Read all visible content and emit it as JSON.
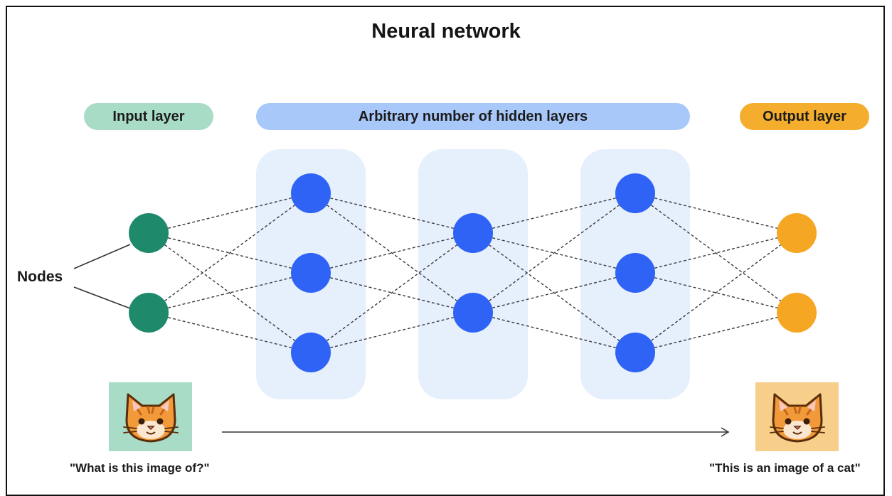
{
  "title": "Neural network",
  "labels": {
    "input_layer": "Input layer",
    "hidden_layers": "Arbitrary number of hidden layers",
    "output_layer": "Output layer",
    "nodes": "Nodes"
  },
  "captions": {
    "input": "\"What is this image of?\"",
    "output": "\"This is an image of a cat\""
  },
  "layers": [
    {
      "name": "input",
      "nodes": 2,
      "color": "#1f8a6b"
    },
    {
      "name": "hidden-1",
      "nodes": 3,
      "color": "#2f63f5"
    },
    {
      "name": "hidden-2",
      "nodes": 2,
      "color": "#2f63f5"
    },
    {
      "name": "hidden-3",
      "nodes": 3,
      "color": "#2f63f5"
    },
    {
      "name": "output",
      "nodes": 2,
      "color": "#f5a623"
    }
  ],
  "icons": {
    "input_image": "cat-face-icon",
    "output_image": "cat-face-icon",
    "flow": "arrow-right-icon"
  },
  "colors": {
    "input_accent": "#a9dcc6",
    "hidden_accent": "#a9c8fa",
    "output_accent": "#f4ad2c",
    "hidden_panel": "#e6effc"
  }
}
